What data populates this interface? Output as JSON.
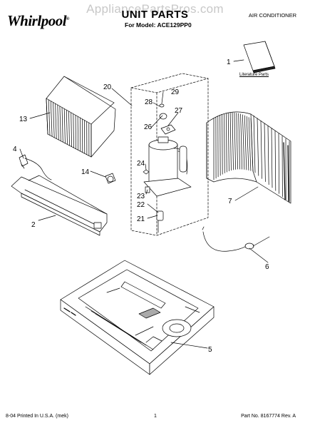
{
  "header": {
    "brand": "Whirlpool",
    "watermark": "AppliancePartsPros.com",
    "title": "UNIT PARTS",
    "model_line": "For Model: ACE129PP0",
    "category": "AIR CONDITIONER"
  },
  "footer": {
    "left": "8-04 Printed In U.S.A. (mek)",
    "center": "1",
    "right": "Part No. 8167774 Rev. A"
  },
  "literature_label": "Literature Parts",
  "callouts": [
    {
      "id": "1",
      "label": "1"
    },
    {
      "id": "2",
      "label": "2"
    },
    {
      "id": "4",
      "label": "4"
    },
    {
      "id": "5",
      "label": "5"
    },
    {
      "id": "6",
      "label": "6"
    },
    {
      "id": "7",
      "label": "7"
    },
    {
      "id": "13",
      "label": "13"
    },
    {
      "id": "14",
      "label": "14"
    },
    {
      "id": "20",
      "label": "20"
    },
    {
      "id": "21",
      "label": "21"
    },
    {
      "id": "22",
      "label": "22"
    },
    {
      "id": "23",
      "label": "23"
    },
    {
      "id": "24",
      "label": "24"
    },
    {
      "id": "26",
      "label": "26"
    },
    {
      "id": "27",
      "label": "27"
    },
    {
      "id": "28",
      "label": "28"
    },
    {
      "id": "29",
      "label": "29"
    }
  ]
}
